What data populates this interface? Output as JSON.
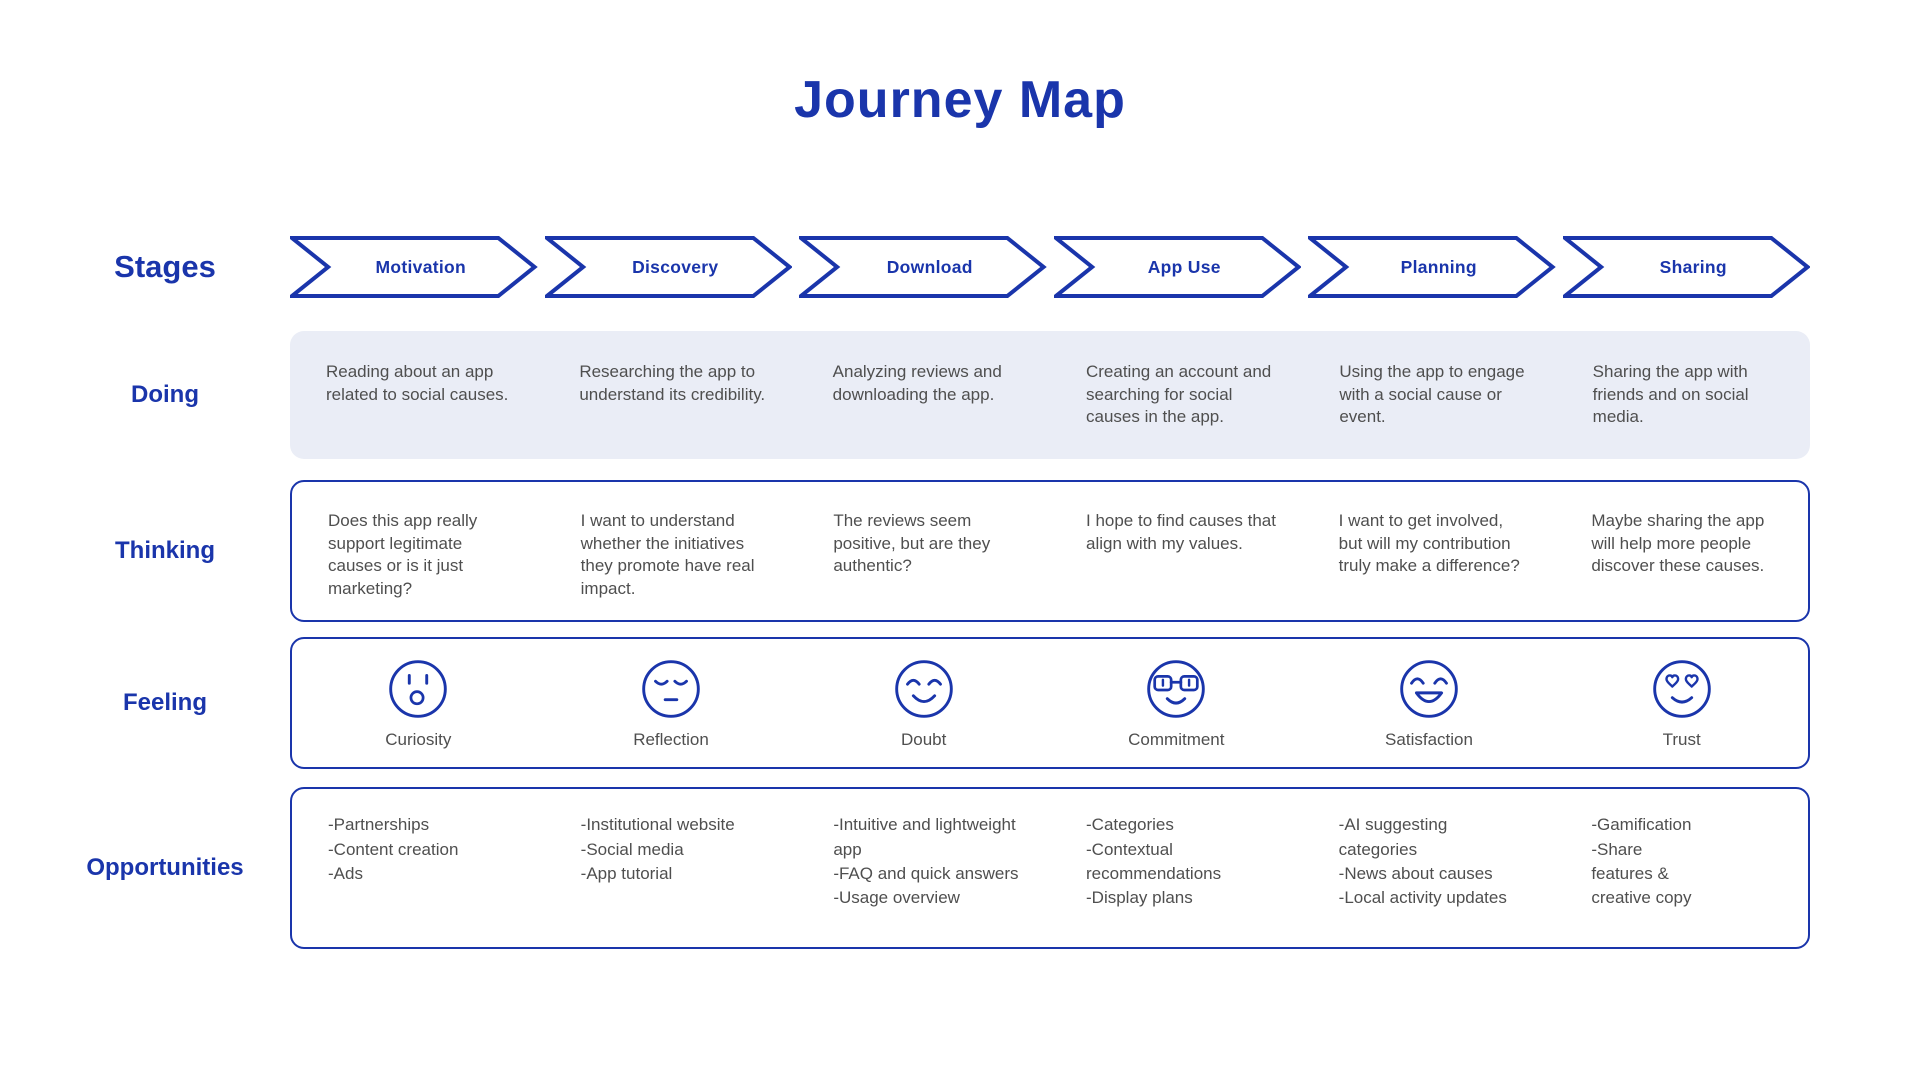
{
  "title": "Journey Map",
  "colors": {
    "primary": "#1A35AB",
    "doing_bg": "#EAEDF6",
    "body_text": "#4F4F4F"
  },
  "row_labels": {
    "stages": "Stages",
    "doing": "Doing",
    "thinking": "Thinking",
    "feeling": "Feeling",
    "opportunities": "Opportunities"
  },
  "stages": {
    "items": [
      "Motivation",
      "Discovery",
      "Download",
      "App Use",
      "Planning",
      "Sharing"
    ]
  },
  "doing": {
    "cells": [
      "Reading about an app related to social causes.",
      "Researching the app to understand its credibility.",
      "Analyzing reviews and downloading the app.",
      "Creating an account and searching for social causes in the app.",
      "Using the app to engage with a social cause or event.",
      "Sharing the app with friends and on social media."
    ]
  },
  "thinking": {
    "cells": [
      "Does this app really support legitimate causes or is it just marketing?",
      "I want to understand whether the initiatives they promote have real impact.",
      "The reviews seem positive, but are they authentic?",
      "I hope to find causes that align with my values.",
      "I want to get involved, but will my contribution truly make a difference?",
      "Maybe sharing the app will help more people discover these causes."
    ]
  },
  "feeling": {
    "items": [
      {
        "icon": "surprised-face-icon",
        "label": "Curiosity"
      },
      {
        "icon": "relieved-face-icon",
        "label": "Reflection"
      },
      {
        "icon": "smiling-face-icon",
        "label": "Doubt"
      },
      {
        "icon": "glasses-face-icon",
        "label": "Commitment"
      },
      {
        "icon": "grinning-face-icon",
        "label": "Satisfaction"
      },
      {
        "icon": "heart-eyes-face-icon",
        "label": "Trust"
      }
    ]
  },
  "opportunities": {
    "cells": [
      {
        "items": [
          "-Partnerships",
          "-Content creation",
          "-Ads"
        ]
      },
      {
        "items": [
          "-Institutional website",
          "-Social media",
          "-App tutorial"
        ]
      },
      {
        "items": [
          "-Intuitive and lightweight app",
          "-FAQ and quick answers",
          "-Usage overview"
        ]
      },
      {
        "items": [
          "-Categories",
          "-Contextual recommendations",
          "-Display plans"
        ]
      },
      {
        "items": [
          "-AI suggesting categories",
          "-News about causes",
          "-Local activity updates"
        ]
      },
      {
        "items": [
          "-Gamification",
          "-Share features & creative copy"
        ]
      }
    ]
  }
}
